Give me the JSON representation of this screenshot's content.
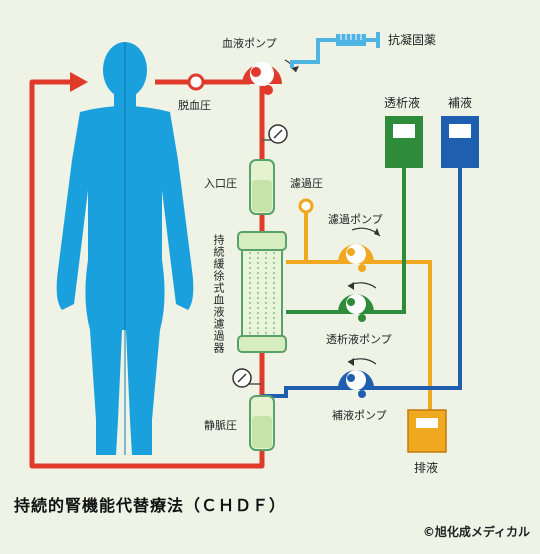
{
  "title": "持続的腎機能代替療法（ＣＨＤＦ）",
  "copyright": "©旭化成メディカル",
  "labels": {
    "blood_pump": "血液ポンプ",
    "anticoagulant": "抗凝固薬",
    "removal_pressure": "脱血圧",
    "inlet_pressure": "入口圧",
    "filtration_pressure": "濾過圧",
    "filtration_pump": "濾過ポンプ",
    "dialysate": "透析液",
    "replacement_fluid": "補液",
    "dialysate_pump": "透析液ポンプ",
    "replacement_pump": "補液ポンプ",
    "venous_pressure": "静脈圧",
    "waste": "排液",
    "filter": "持続緩徐式血液濾過器"
  },
  "colors": {
    "blood": "#e03a2a",
    "anticoagulant": "#4db4e4",
    "dialysate": "#2e8b3a",
    "replacement": "#1f5fb0",
    "filtrate": "#f0a820",
    "body": "#1aa0dc"
  }
}
